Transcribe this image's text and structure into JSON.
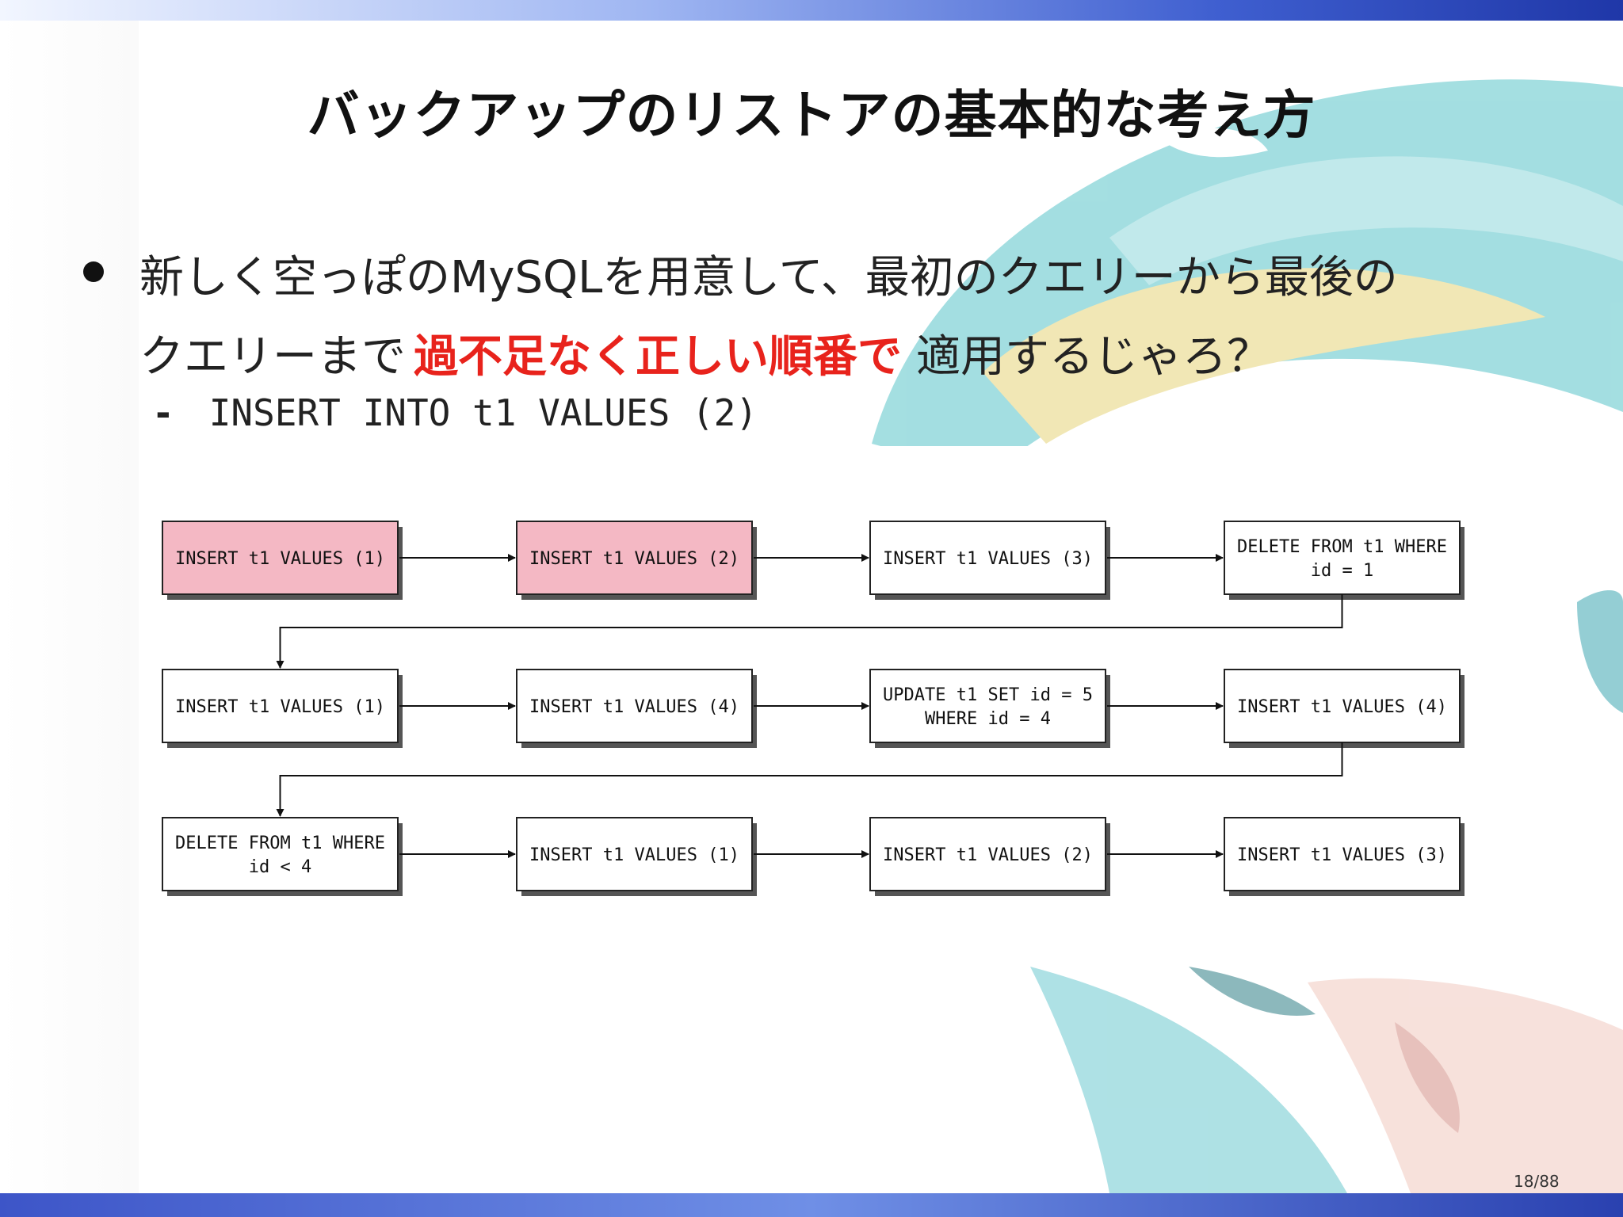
{
  "slide": {
    "title": "バックアップのリストアの基本的な考え方",
    "bullet": {
      "line1": "新しく空っぽのMySQLを用意して、最初のクエリーから最後の",
      "line2_before": "クエリーまで",
      "line2_emphasis": "過不足なく正しい順番で",
      "line2_after": "適用するじゃろ？",
      "emphasis_color": "#e8231c"
    },
    "sub_bullet": {
      "dash": "-",
      "text": "INSERT INTO t1 VALUES (2)"
    },
    "page_number": "18/88"
  },
  "diagram": {
    "highlight_color": "#f4b8c4",
    "rows": [
      [
        {
          "lines": [
            "INSERT t1 VALUES (1)"
          ],
          "highlighted": true
        },
        {
          "lines": [
            "INSERT t1 VALUES (2)"
          ],
          "highlighted": true
        },
        {
          "lines": [
            "INSERT t1 VALUES (3)"
          ],
          "highlighted": false
        },
        {
          "lines": [
            "DELETE FROM t1 WHERE",
            "id = 1"
          ],
          "highlighted": false
        }
      ],
      [
        {
          "lines": [
            "INSERT t1 VALUES (1)"
          ],
          "highlighted": false
        },
        {
          "lines": [
            "INSERT t1 VALUES (4)"
          ],
          "highlighted": false
        },
        {
          "lines": [
            "UPDATE t1 SET id = 5",
            "WHERE id = 4"
          ],
          "highlighted": false
        },
        {
          "lines": [
            "INSERT t1 VALUES (4)"
          ],
          "highlighted": false
        }
      ],
      [
        {
          "lines": [
            "DELETE FROM t1 WHERE",
            "id < 4"
          ],
          "highlighted": false
        },
        {
          "lines": [
            "INSERT t1 VALUES (1)"
          ],
          "highlighted": false
        },
        {
          "lines": [
            "INSERT t1 VALUES (2)"
          ],
          "highlighted": false
        },
        {
          "lines": [
            "INSERT t1 VALUES (3)"
          ],
          "highlighted": false
        }
      ]
    ]
  }
}
